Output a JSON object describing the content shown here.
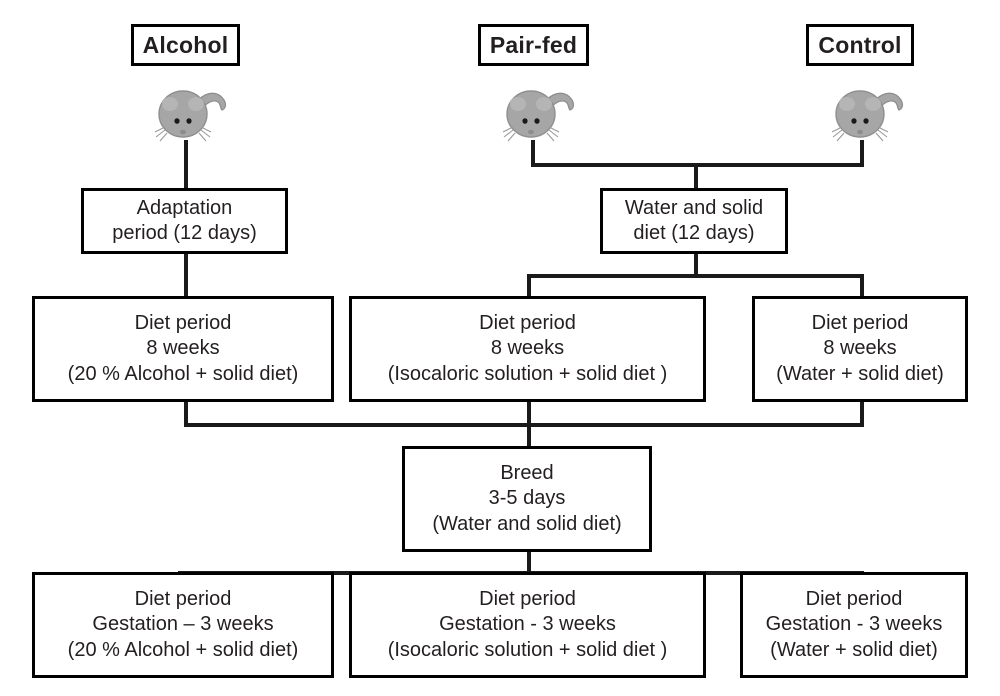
{
  "diagram": {
    "type": "flowchart",
    "title": "",
    "background": "#ffffff",
    "line_color": "#1a1a1a",
    "text_color": "#231f20",
    "groups": [
      {
        "id": "alcohol",
        "label": "Alcohol"
      },
      {
        "id": "pairfed",
        "label": "Pair-fed"
      },
      {
        "id": "control",
        "label": "Control"
      }
    ],
    "icons": {
      "animal": "mouse-icon",
      "animal_count": 3
    },
    "nodes": {
      "adaptation": {
        "lines": [
          "Adaptation",
          "period  (12 days)"
        ]
      },
      "water_solid": {
        "lines": [
          "Water and solid",
          "diet (12 days)"
        ]
      },
      "diet_alcohol": {
        "lines": [
          "Diet period",
          "8 weeks",
          "(20 % Alcohol + solid diet)"
        ]
      },
      "diet_isocaloric": {
        "lines": [
          "Diet period",
          "8 weeks",
          "(Isocaloric solution + solid diet )"
        ]
      },
      "diet_water": {
        "lines": [
          "Diet period",
          "8 weeks",
          "(Water + solid diet)"
        ]
      },
      "breed": {
        "lines": [
          "Breed",
          "3-5 days",
          "(Water and solid diet)"
        ]
      },
      "gest_alcohol": {
        "lines": [
          "Diet period",
          "Gestation – 3 weeks",
          "(20 % Alcohol + solid diet)"
        ]
      },
      "gest_isocaloric": {
        "lines": [
          "Diet period",
          "Gestation - 3 weeks",
          "(Isocaloric solution + solid diet )"
        ]
      },
      "gest_water": {
        "lines": [
          "Diet period",
          "Gestation - 3 weeks",
          "(Water + solid diet)"
        ]
      }
    }
  }
}
